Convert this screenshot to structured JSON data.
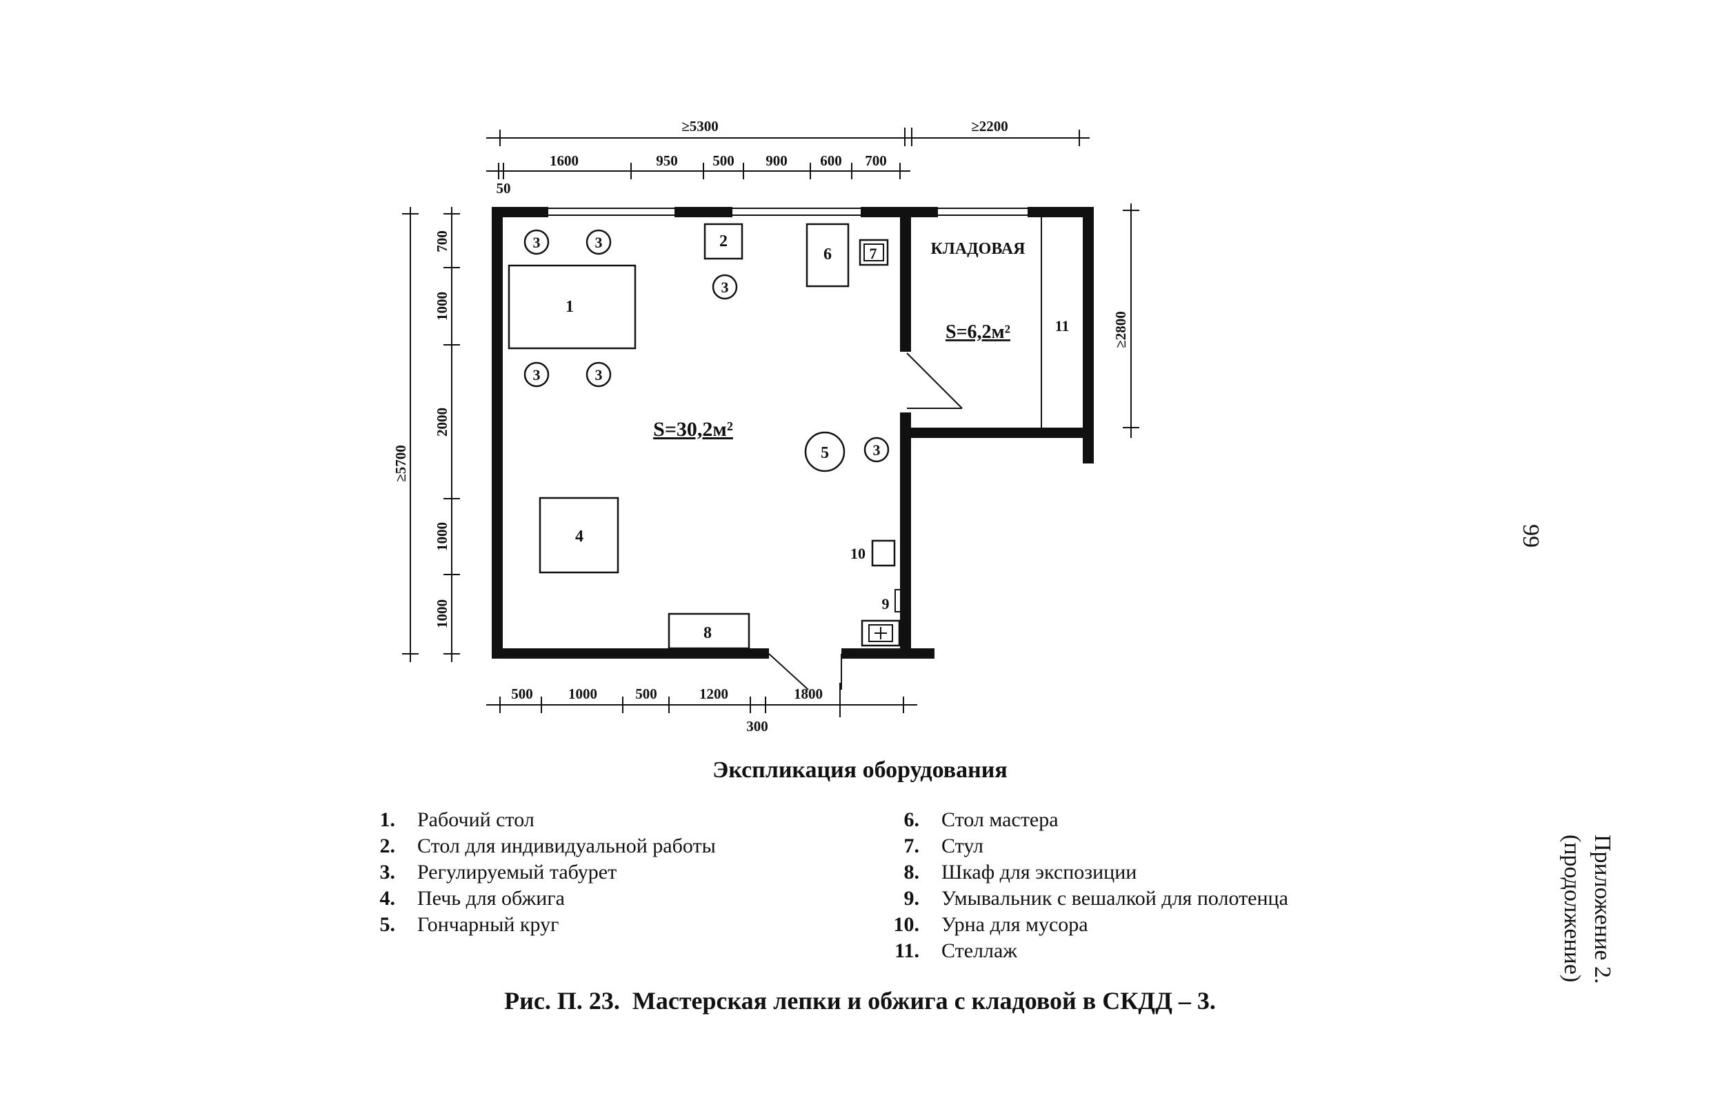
{
  "dimensions": {
    "top_total": "≥5300",
    "top_storage": "≥2200",
    "top_segments": [
      "1600",
      "950",
      "500",
      "900",
      "600",
      "700"
    ],
    "top_offset": "50",
    "left_total": "≥5700",
    "left_segments": [
      "700",
      "1000",
      "2000",
      "1000",
      "1000"
    ],
    "right_storage": "≥2800",
    "bottom_segments": [
      "500",
      "1000",
      "500",
      "1200",
      "1800"
    ],
    "bottom_offset": "300"
  },
  "plan": {
    "storage_label": "КЛАДОВАЯ",
    "main_area": "S=30,2м²",
    "storage_area": "S=6,2м²",
    "marks": {
      "m1": "1",
      "m2": "2",
      "m3": "3",
      "m4": "4",
      "m5": "5",
      "m6": "6",
      "m7": "7",
      "m8": "8",
      "m9": "9",
      "m10": "10",
      "m11": "11"
    }
  },
  "explication": {
    "title": "Экспликация оборудования",
    "left": [
      {
        "num": "1.",
        "text": "Рабочий стол"
      },
      {
        "num": "2.",
        "text": "Стол для индивидуальной работы"
      },
      {
        "num": "3.",
        "text": "Регулируемый табурет"
      },
      {
        "num": "4.",
        "text": "Печь для обжига"
      },
      {
        "num": "5.",
        "text": "Гончарный круг"
      }
    ],
    "right": [
      {
        "num": "6.",
        "text": "Стол мастера"
      },
      {
        "num": "7.",
        "text": "Стул"
      },
      {
        "num": "8.",
        "text": "Шкаф для экспозиции"
      },
      {
        "num": "9.",
        "text": "Умывальник с вешалкой для полотенца"
      },
      {
        "num": "10.",
        "text": "Урна для мусора"
      },
      {
        "num": "11.",
        "text": "Стеллаж"
      }
    ]
  },
  "caption": {
    "prefix": "Рис. П. 23.",
    "text": "Мастерская лепки и обжига с кладовой в СКДД – 3."
  },
  "page_number": "99",
  "appendix": {
    "line1": "Приложение 2.",
    "line2": "(продолжение)"
  }
}
